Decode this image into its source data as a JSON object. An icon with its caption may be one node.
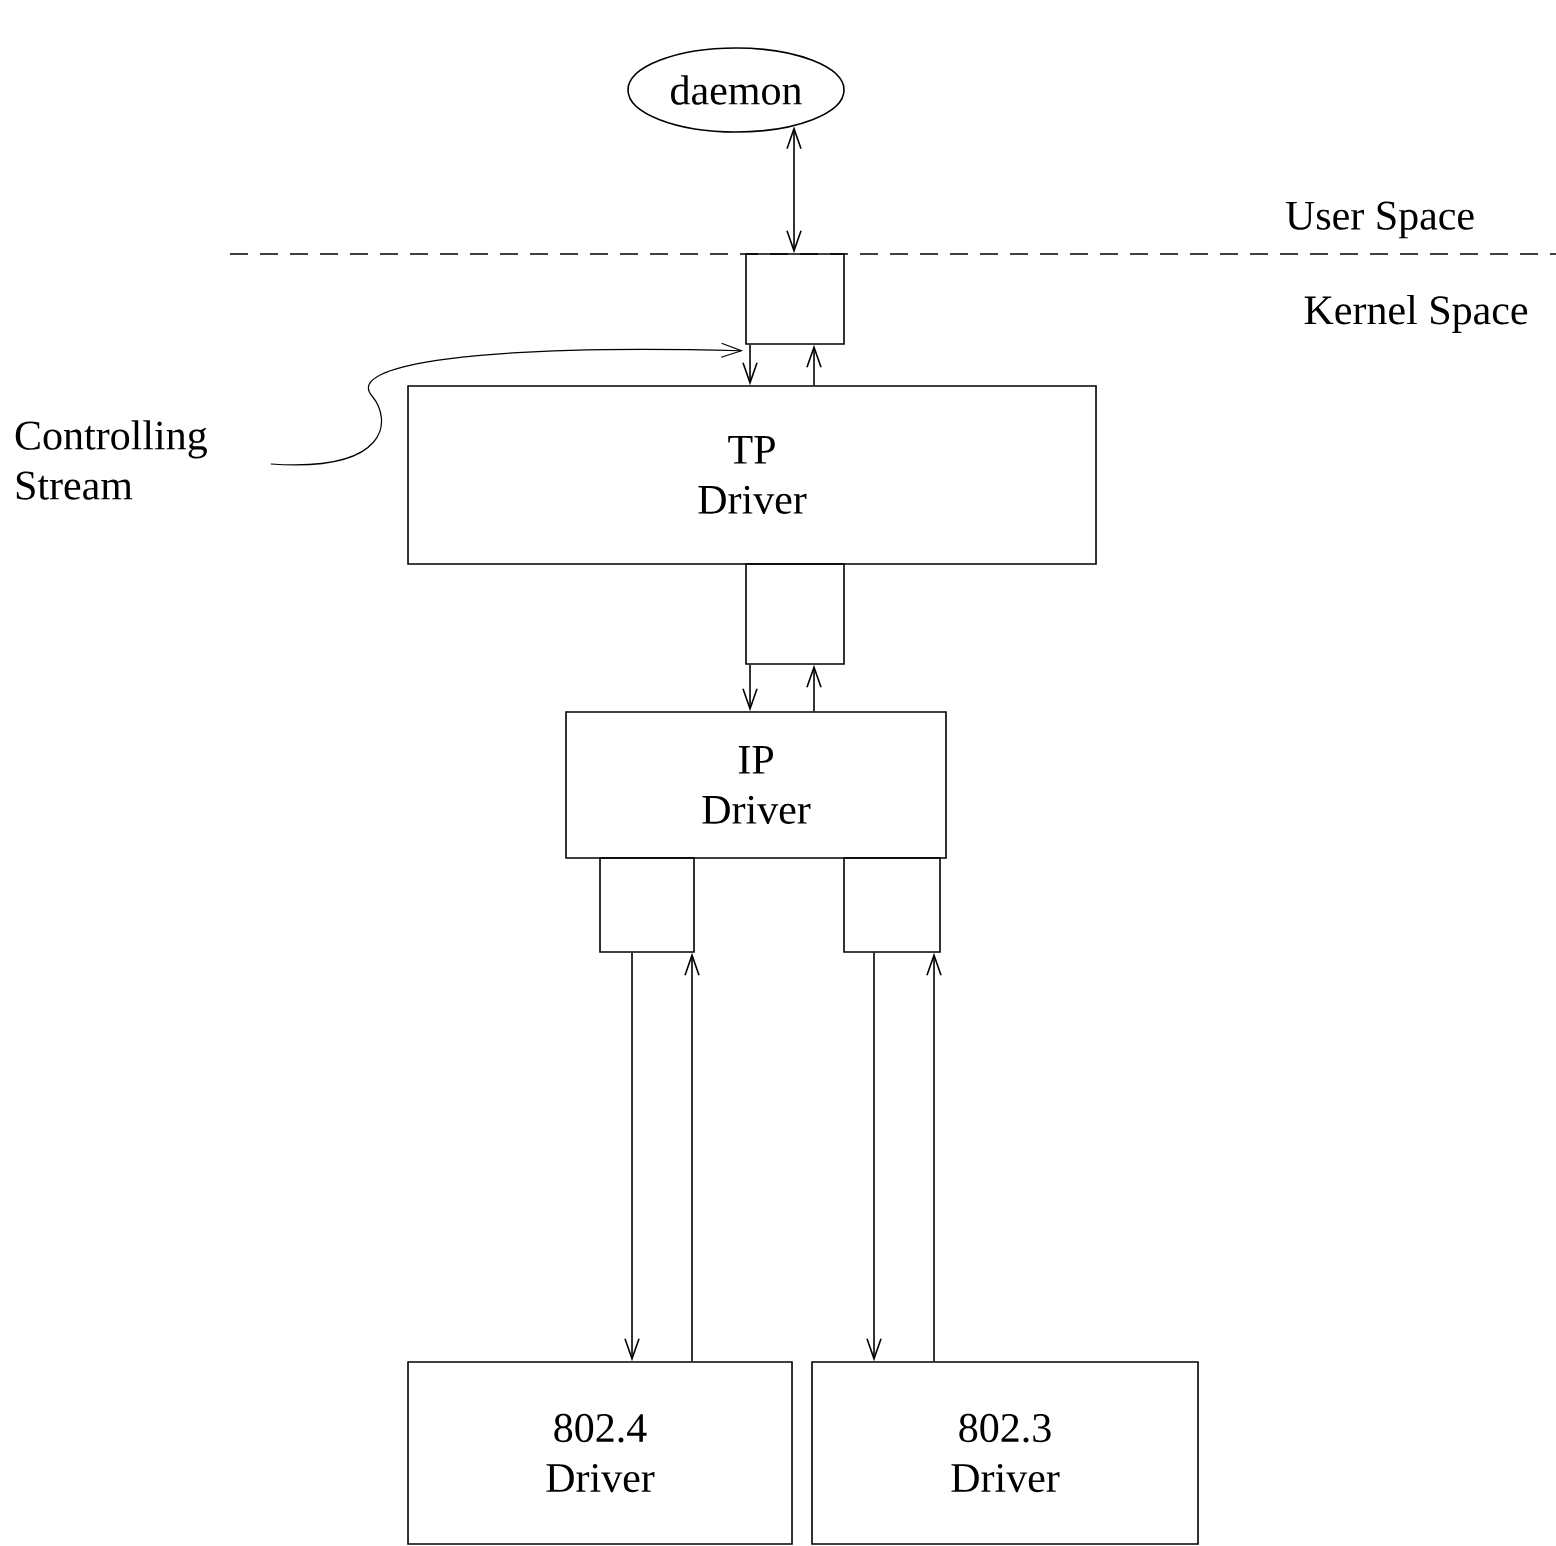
{
  "diagram": {
    "nodes": [
      {
        "text": [
          "daemon"
        ]
      },
      {
        "text": [],
        "shape": "box"
      },
      {
        "text": [
          "TP Driver"
        ]
      },
      {
        "text": [],
        "shape": "box"
      },
      {
        "text": [
          "IP Driver"
        ]
      },
      {
        "text": [],
        "shape": "box"
      },
      {
        "text": [],
        "shape": "box"
      },
      {
        "text": [
          "802.4 Driver"
        ]
      },
      {
        "text": [
          "802.3 Driver"
        ]
      },
      {
        "text": [
          "Controlling Stream"
        ]
      }
    ],
    "edges": [
      {
        "from": 0,
        "to": 1,
        "arrow": "both"
      },
      {
        "from": 1,
        "to": 2,
        "arrow": "to"
      },
      {
        "from": 2,
        "to": 1,
        "arrow": "to"
      },
      {
        "from": 3,
        "to": 4,
        "arrow": "to"
      },
      {
        "from": 4,
        "to": 3,
        "arrow": "to"
      },
      {
        "from": 5,
        "to": 7,
        "arrow": "to"
      },
      {
        "from": 7,
        "to": 5,
        "arrow": "to"
      },
      {
        "from": 6,
        "to": 8,
        "arrow": "to"
      },
      {
        "from": 8,
        "to": 6,
        "arrow": "to"
      },
      {
        "from": 9,
        "to": 1,
        "arrow": "to"
      }
    ],
    "labels": [
      "User Space",
      "Kernel Space"
    ]
  }
}
